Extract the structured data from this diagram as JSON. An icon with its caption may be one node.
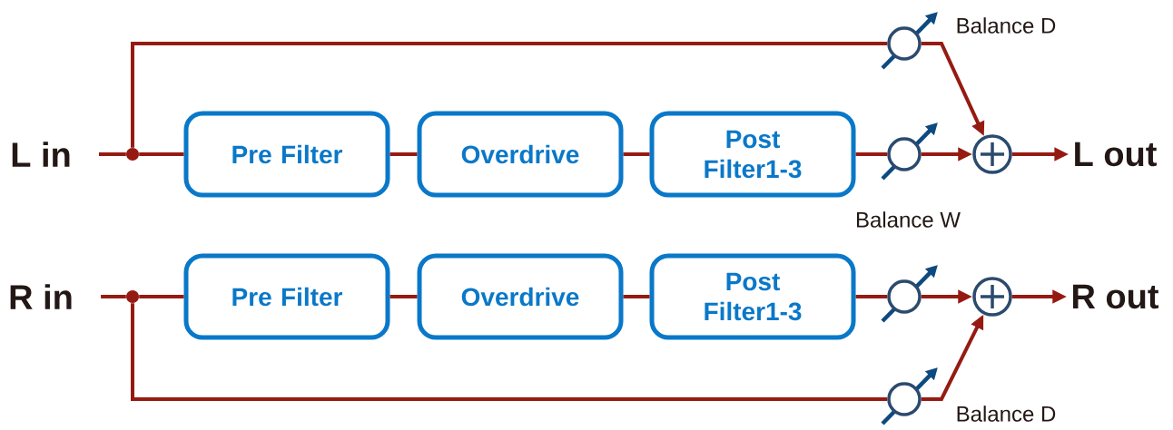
{
  "diagram": {
    "nodes": [
      {
        "text": [
          "L in"
        ]
      },
      {
        "text": [],
        "shape": "circle"
      },
      {
        "text": [
          "Pre Filter"
        ]
      },
      {
        "text": [
          "Overdrive"
        ]
      },
      {
        "text": [
          "Post Filter1-3"
        ]
      },
      {
        "text": [],
        "shape": "circle"
      },
      {
        "text": [],
        "shape": "circle"
      },
      {
        "text": [
          "L out"
        ]
      },
      {
        "text": [],
        "shape": "circle",
        "beside": [
          "Balance D"
        ]
      },
      {
        "text": [
          "R in"
        ]
      },
      {
        "text": [],
        "shape": "circle"
      },
      {
        "text": [
          "Pre Filter"
        ]
      },
      {
        "text": [
          "Overdrive"
        ]
      },
      {
        "text": [
          "Post Filter1-3"
        ]
      },
      {
        "text": [],
        "shape": "circle"
      },
      {
        "text": [],
        "shape": "circle"
      },
      {
        "text": [
          "R out"
        ]
      },
      {
        "text": [],
        "shape": "circle",
        "beside": [
          "Balance D"
        ]
      }
    ],
    "edges": [
      {
        "from": 0,
        "to": 1,
        "arrow": "none"
      },
      {
        "from": 1,
        "to": 2,
        "arrow": "none"
      },
      {
        "from": 2,
        "to": 3,
        "arrow": "none"
      },
      {
        "from": 3,
        "to": 4,
        "arrow": "none"
      },
      {
        "from": 4,
        "to": 5,
        "arrow": "none"
      },
      {
        "from": 5,
        "to": 6,
        "arrow": "to"
      },
      {
        "from": 6,
        "to": 7,
        "arrow": "to"
      },
      {
        "from": 1,
        "to": 8,
        "arrow": "none"
      },
      {
        "from": 8,
        "to": 6,
        "arrow": "to"
      },
      {
        "from": 9,
        "to": 10,
        "arrow": "none"
      },
      {
        "from": 10,
        "to": 11,
        "arrow": "none"
      },
      {
        "from": 11,
        "to": 12,
        "arrow": "none"
      },
      {
        "from": 12,
        "to": 13,
        "arrow": "none"
      },
      {
        "from": 13,
        "to": 14,
        "arrow": "none"
      },
      {
        "from": 14,
        "to": 15,
        "arrow": "to"
      },
      {
        "from": 15,
        "to": 16,
        "arrow": "to"
      },
      {
        "from": 10,
        "to": 17,
        "arrow": "none"
      },
      {
        "from": 17,
        "to": 15,
        "arrow": "to"
      }
    ],
    "labels": [
      "Balance W"
    ]
  }
}
